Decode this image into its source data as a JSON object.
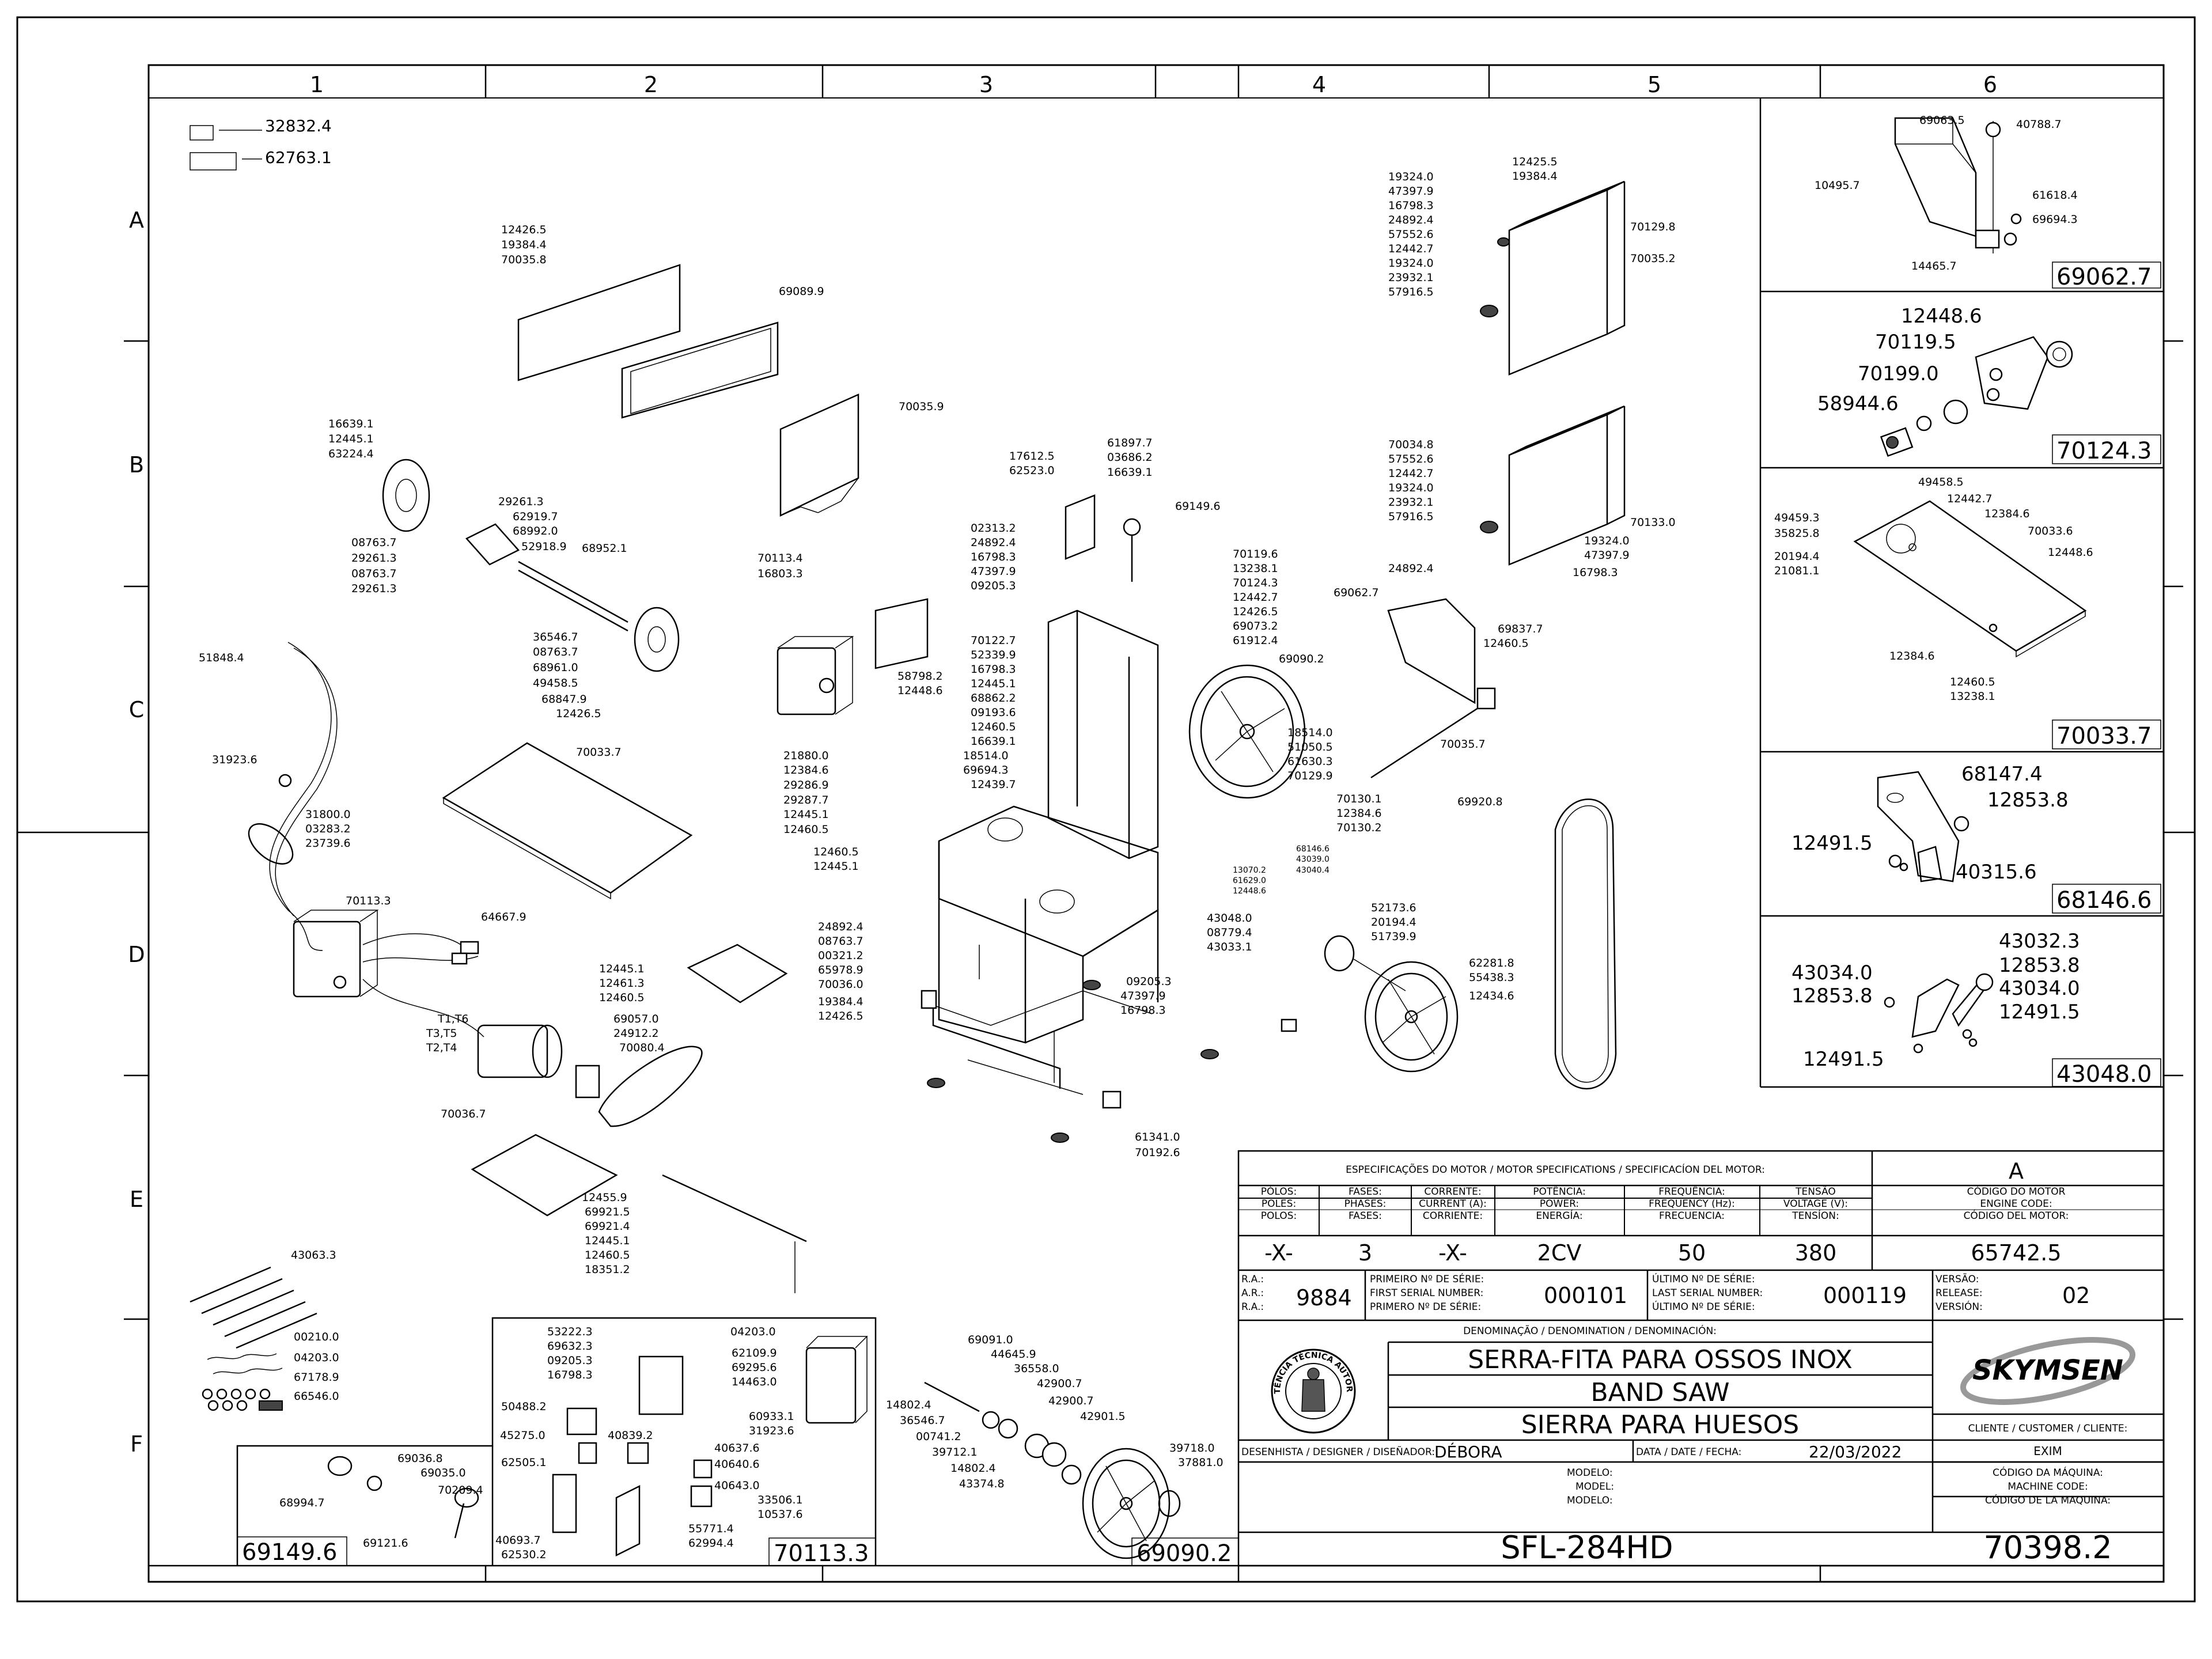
{
  "sheet": {
    "col_markers": [
      "1",
      "2",
      "3",
      "4",
      "5",
      "6"
    ],
    "row_markers": [
      "A",
      "B",
      "C",
      "D",
      "E",
      "F"
    ]
  },
  "callouts": {
    "sticker": [
      "32832.4",
      "62763.1"
    ],
    "top_cover": [
      "12426.5",
      "19384.4",
      "70035.8"
    ],
    "gasket": "69089.9",
    "guard": "70035.9",
    "handwheel": [
      "16639.1",
      "12445.1",
      "63224.4",
      "29261.3",
      "62919.7",
      "68992.0",
      "52918.9",
      "08763.7",
      "29261.3",
      "08763.7",
      "29261.3"
    ],
    "shaft": [
      "68952.1",
      "36546.7",
      "08763.7",
      "68961.0",
      "49458.5",
      "68847.9",
      "12426.5"
    ],
    "cable": [
      "51848.4",
      "31923.6",
      "31800.0",
      "03283.2",
      "23739.6"
    ],
    "table": "70033.7",
    "switchbox": [
      "70113.4",
      "16803.3"
    ],
    "bracket_mid": [
      "58798.2",
      "12448.6",
      "21880.0",
      "12384.6",
      "29286.9",
      "29287.7",
      "12445.1",
      "12460.5",
      "12460.5",
      "12445.1"
    ],
    "blade_guide": [
      "17612.5",
      "62523.0",
      "61897.7",
      "03686.2",
      "16639.1",
      "69149.6"
    ],
    "guide_left": [
      "02313.2",
      "24892.4",
      "16798.3",
      "47397.9",
      "09205.3"
    ],
    "guide_mid": [
      "70122.7",
      "52339.9",
      "16798.3",
      "12445.1",
      "68862.2",
      "09193.6",
      "12460.5",
      "16639.1",
      "18514.0",
      "69694.3",
      "12439.7"
    ],
    "column_right": [
      "70119.6",
      "13238.1",
      "70124.3",
      "12442.7",
      "12426.5",
      "69073.2",
      "61912.4",
      "69090.2",
      "18514.0",
      "51050.5",
      "61630.3",
      "70129.9",
      "70130.1",
      "12384.6",
      "70130.2",
      "68146.6",
      "43039.0",
      "13070.2",
      "61629.0",
      "12448.6",
      "43040.4"
    ],
    "cover_right": [
      "12425.5",
      "19384.4",
      "19324.0",
      "47397.9",
      "16798.3",
      "24892.4",
      "57552.6",
      "12442.7",
      "19324.0",
      "23932.1",
      "57916.5",
      "70129.8",
      "70035.2"
    ],
    "cover_right_low": [
      "70034.8",
      "57552.6",
      "12442.7",
      "19324.0",
      "23932.1",
      "57916.5",
      "70133.0",
      "19324.0",
      "47397.9",
      "24892.4",
      "16798.3"
    ],
    "guard_arm": [
      "69062.7",
      "69837.7",
      "12460.5",
      "70035.7"
    ],
    "blade": "69920.8",
    "lower_wheel": [
      "52173.6",
      "20194.4",
      "51739.9",
      "62281.8",
      "55438.3",
      "12434.6"
    ],
    "base": [
      "24892.4",
      "08763.7",
      "00321.2",
      "65978.9",
      "70036.0",
      "43048.0",
      "08779.4",
      "43033.1",
      "09205.3",
      "47397.9",
      "16798.3",
      "19384.4",
      "12426.5",
      "61341.0",
      "70192.6"
    ],
    "motor": [
      "70113.3",
      "64667.9",
      "12445.1",
      "12461.3",
      "12460.5",
      "69057.0",
      "24912.2",
      "70080.4",
      "T1,T6",
      "T3,T5",
      "T2,T4"
    ],
    "motor_plate": [
      "70036.7",
      "12455.9",
      "69921.5",
      "69921.4",
      "12445.1",
      "12460.5",
      "18351.2"
    ],
    "loose": [
      "43063.3",
      "00210.0",
      "04203.0",
      "67178.9",
      "66546.0"
    ]
  },
  "detail_boxes": {
    "d69062": {
      "code": "69062.7",
      "labels": [
        "69063.5",
        "40788.7",
        "10495.7",
        "61618.4",
        "69694.3",
        "14465.7"
      ]
    },
    "d70124": {
      "code": "70124.3",
      "labels": [
        "12448.6",
        "70119.5",
        "70199.0",
        "58944.6"
      ]
    },
    "d70033": {
      "code": "70033.7",
      "labels": [
        "49458.5",
        "12442.7",
        "12384.6",
        "49459.3",
        "35825.8",
        "70033.6",
        "20194.4",
        "21081.1",
        "12448.6",
        "12384.6",
        "12460.5",
        "13238.1"
      ]
    },
    "d68146": {
      "code": "68146.6",
      "labels": [
        "68147.4",
        "12853.8",
        "12491.5",
        "40315.6"
      ]
    },
    "d43048": {
      "code": "43048.0",
      "labels": [
        "43032.3",
        "43034.0",
        "12853.8",
        "43034.0",
        "12853.8",
        "12491.5",
        "12491.5"
      ]
    },
    "d69149": {
      "code": "69149.6",
      "labels": [
        "69036.8",
        "69035.0",
        "68994.7",
        "70209.4",
        "69121.6"
      ]
    },
    "d70113": {
      "code": "70113.3",
      "labels": [
        "53222.3",
        "69632.3",
        "09205.3",
        "16798.3",
        "04203.0",
        "62109.9",
        "69295.6",
        "14463.0",
        "50488.2",
        "60933.1",
        "31923.6",
        "45275.0",
        "40839.2",
        "40637.6",
        "62505.1",
        "40640.6",
        "40643.0",
        "33506.1",
        "10537.6",
        "55771.4",
        "40693.7",
        "62530.2",
        "62994.4"
      ]
    },
    "d69090": {
      "code": "69090.2",
      "labels": [
        "69091.0",
        "44645.9",
        "36558.0",
        "42900.7",
        "14802.4",
        "36546.7",
        "42900.7",
        "42901.5",
        "00741.2",
        "39712.1",
        "14802.4",
        "43374.8",
        "39718.0",
        "37881.0"
      ]
    }
  },
  "title_block": {
    "motor_header": "ESPECIFICAÇÕES DO MOTOR / MOTOR SPECIFICATIONS / SPECIFICACÍON DEL MOTOR:",
    "rev": "A",
    "poles_label": [
      "PÓLOS:",
      "POLES:",
      "POLOS:"
    ],
    "phases_label": [
      "FASES:",
      "PHASES:",
      "FASES:"
    ],
    "current_label": [
      "CORRENTE:",
      "CURRENT (A):",
      "CORRIENTE:"
    ],
    "power_label": [
      "POTÊNCIA:",
      "POWER:",
      "ENERGÍA:"
    ],
    "freq_label": [
      "FREQUÊNCIA:",
      "FREQUENCY (Hz):",
      "FRECUENCIA:"
    ],
    "voltage_label": [
      "TENSÃO",
      "VOLTAGE (V):",
      "TENSÍON:"
    ],
    "engine_label": [
      "CÓDIGO DO MOTOR",
      "ENGINE CODE:",
      "CÓDIGO DEL MOTOR:"
    ],
    "poles": "-X-",
    "phases": "3",
    "current": "-X-",
    "power": "2CV",
    "frequency": "50",
    "voltage": "380",
    "engine_code": "65742.5",
    "ra_label": [
      "R.A.:",
      "A.R.:",
      "R.A.:"
    ],
    "ra": "9884",
    "first_serial_label": [
      "PRIMEIRO Nº DE SÉRIE:",
      "FIRST SERIAL NUMBER:",
      "PRIMERO Nº DE SÉRIE:"
    ],
    "first_serial": "000101",
    "last_serial_label": [
      "ÚLTIMO Nº DE SÉRIE:",
      "LAST SERIAL NUMBER:",
      "ÚLTIMO Nº DE SÉRIE:"
    ],
    "last_serial": "000119",
    "release_label": [
      "VERSÃO:",
      "RELEASE:",
      "VERSIÓN:"
    ],
    "release": "02",
    "denomination_label": "DENOMINAÇÃO / DENOMINATION / DENOMINACIÓN:",
    "name_pt": "SERRA-FITA PARA OSSOS INOX",
    "name_en": "BAND SAW",
    "name_es": "SIERRA PARA HUESOS",
    "brand": "SKYMSEN",
    "stamp_text": "ASSISTÊNCIA TÉCNICA AUTORIZADA",
    "client_label": "CLIENTE / CUSTOMER / CLIENTE:",
    "client": "EXIM",
    "designer_label": "DESENHISTA / DESIGNER / DISEÑADOR:",
    "designer": "DÉBORA",
    "date_label": "DATA / DATE / FECHA:",
    "date": "22/03/2022",
    "model_label": [
      "MODELO:",
      "MODEL:",
      "MODELO:"
    ],
    "machine_code_label": [
      "CÓDIGO DA MÁQUINA:",
      "MACHINE CODE:",
      "CÓDIGO DE LA MAQUINA:"
    ],
    "model": "SFL-284HD",
    "machine_code": "70398.2"
  }
}
